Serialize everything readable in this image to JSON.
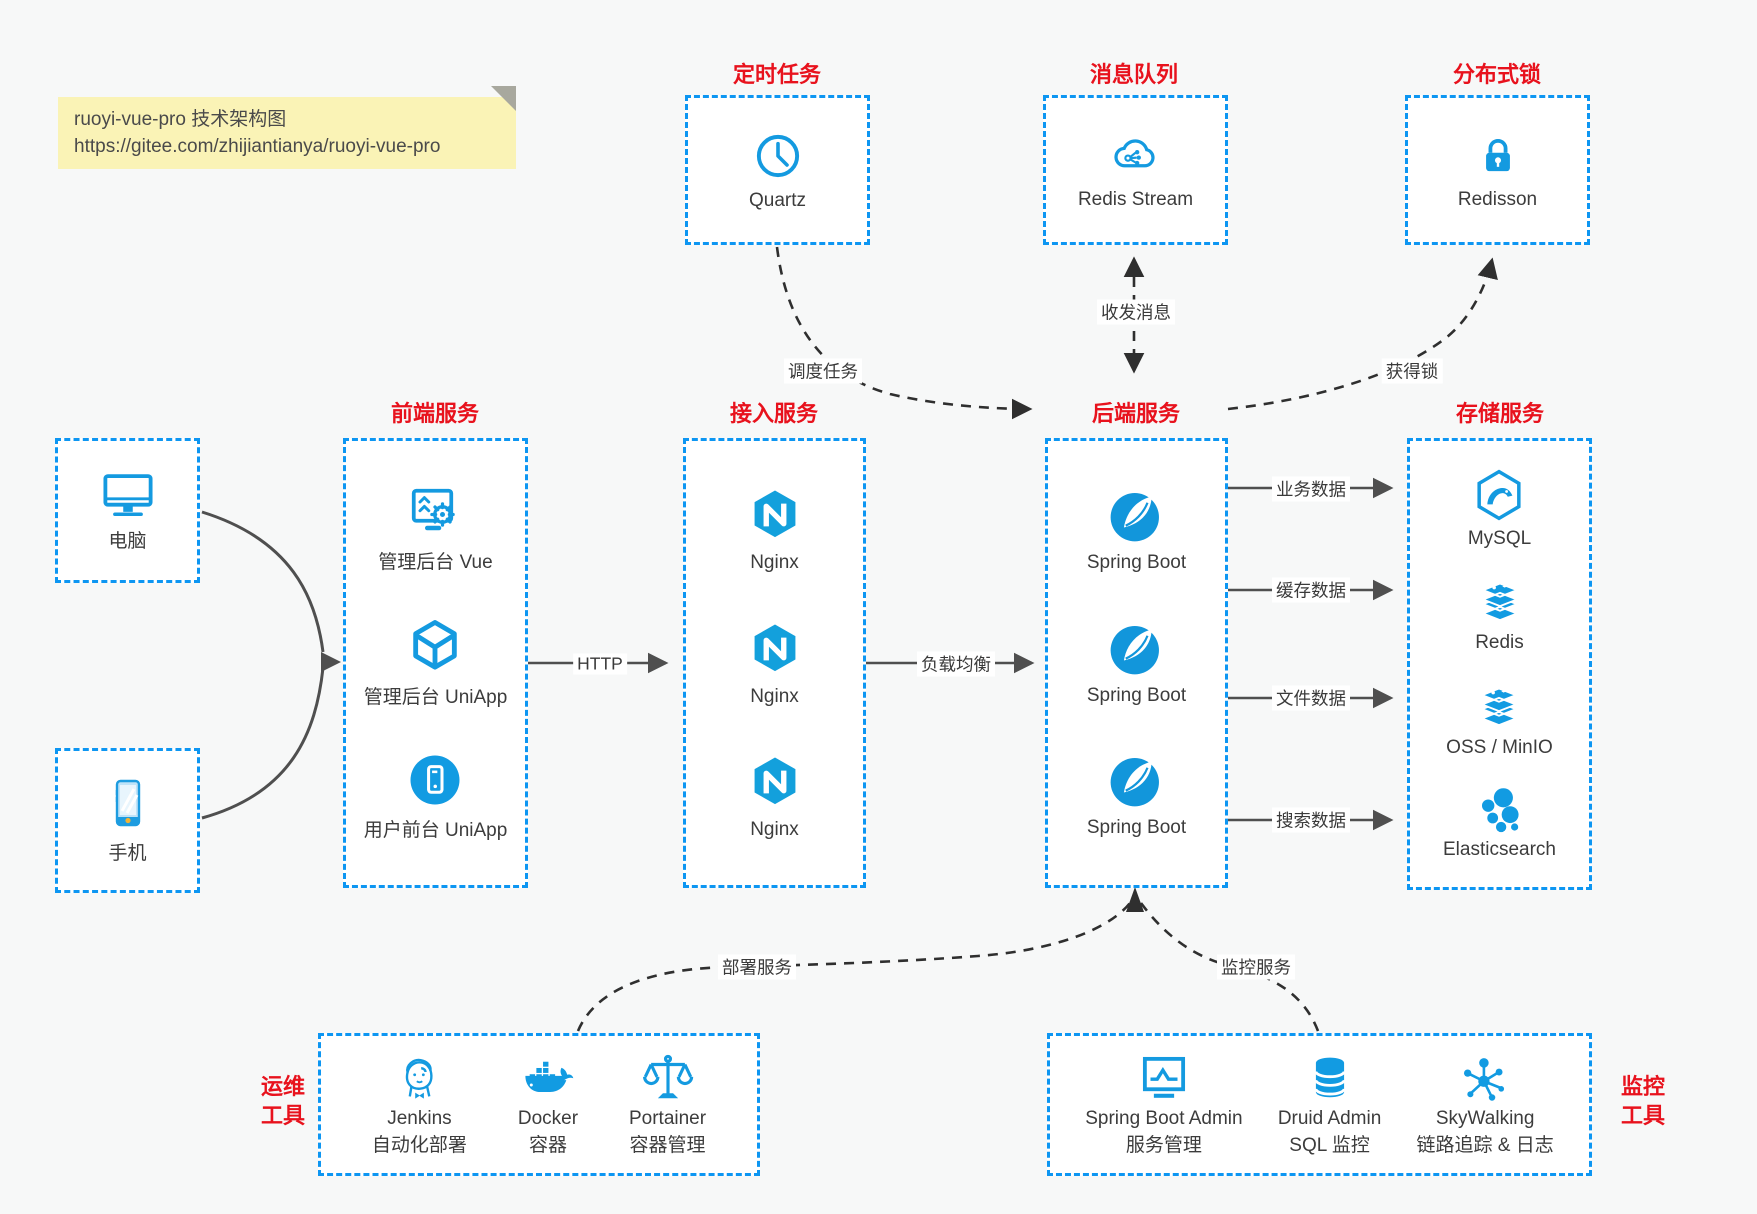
{
  "note": {
    "line1": "ruoyi-vue-pro 技术架构图",
    "line2": "https://gitee.com/zhijiantianya/ruoyi-vue-pro"
  },
  "top_groups": [
    {
      "title": "定时任务",
      "item": {
        "label": "Quartz",
        "icon": "clock-icon"
      }
    },
    {
      "title": "消息队列",
      "item": {
        "label": "Redis Stream",
        "icon": "cloud-share-icon"
      }
    },
    {
      "title": "分布式锁",
      "item": {
        "label": "Redisson",
        "icon": "lock-icon"
      }
    }
  ],
  "clients": [
    {
      "label": "电脑",
      "icon": "desktop-icon"
    },
    {
      "label": "手机",
      "icon": "phone-icon"
    }
  ],
  "columns": [
    {
      "title": "前端服务",
      "items": [
        {
          "label": "管理后台 Vue",
          "icon": "admin-vue-icon"
        },
        {
          "label": "管理后台 UniApp",
          "icon": "uniapp-cube-icon"
        },
        {
          "label": "用户前台 UniApp",
          "icon": "user-app-icon"
        }
      ]
    },
    {
      "title": "接入服务",
      "items": [
        {
          "label": "Nginx",
          "icon": "nginx-icon"
        },
        {
          "label": "Nginx",
          "icon": "nginx-icon"
        },
        {
          "label": "Nginx",
          "icon": "nginx-icon"
        }
      ]
    },
    {
      "title": "后端服务",
      "items": [
        {
          "label": "Spring Boot",
          "icon": "spring-icon"
        },
        {
          "label": "Spring Boot",
          "icon": "spring-icon"
        },
        {
          "label": "Spring Boot",
          "icon": "spring-icon"
        }
      ]
    },
    {
      "title": "存储服务",
      "items": [
        {
          "label": "MySQL",
          "icon": "mysql-icon"
        },
        {
          "label": "Redis",
          "icon": "redis-stack-icon"
        },
        {
          "label": "OSS / MinIO",
          "icon": "storage-stack-icon"
        },
        {
          "label": "Elasticsearch",
          "icon": "elasticsearch-icon"
        }
      ]
    }
  ],
  "bottom_groups": [
    {
      "title_line1": "运维",
      "title_line2": "工具",
      "items": [
        {
          "name": "Jenkins",
          "desc": "自动化部署",
          "icon": "jenkins-icon"
        },
        {
          "name": "Docker",
          "desc": "容器",
          "icon": "docker-icon"
        },
        {
          "name": "Portainer",
          "desc": "容器管理",
          "icon": "portainer-icon"
        }
      ]
    },
    {
      "title_line1": "监控",
      "title_line2": "工具",
      "items": [
        {
          "name": "Spring Boot Admin",
          "desc": "服务管理",
          "icon": "spring-boot-admin-icon"
        },
        {
          "name": "Druid Admin",
          "desc": "SQL 监控",
          "icon": "druid-icon"
        },
        {
          "name": "SkyWalking",
          "desc": "链路追踪 & 日志",
          "icon": "skywalking-icon"
        }
      ]
    }
  ],
  "edges": {
    "http": "HTTP",
    "load_balance": "负载均衡",
    "business_data": "业务数据",
    "cache_data": "缓存数据",
    "file_data": "文件数据",
    "search_data": "搜索数据",
    "schedule_job": "调度任务",
    "send_receive_message": "收发消息",
    "acquire_lock": "获得锁",
    "deploy_service": "部署服务",
    "monitor_service": "监控服务"
  },
  "colors": {
    "accent_blue": "#0d96f2",
    "icon_blue": "#149ae0",
    "title_red": "#e8121d",
    "note_bg": "#faf3b6",
    "solid_arrow": "#4f4f4f",
    "dashed_arrow": "#2f2f2f",
    "box_bg": "#ffffff",
    "page_bg": "#f7f8f8"
  }
}
